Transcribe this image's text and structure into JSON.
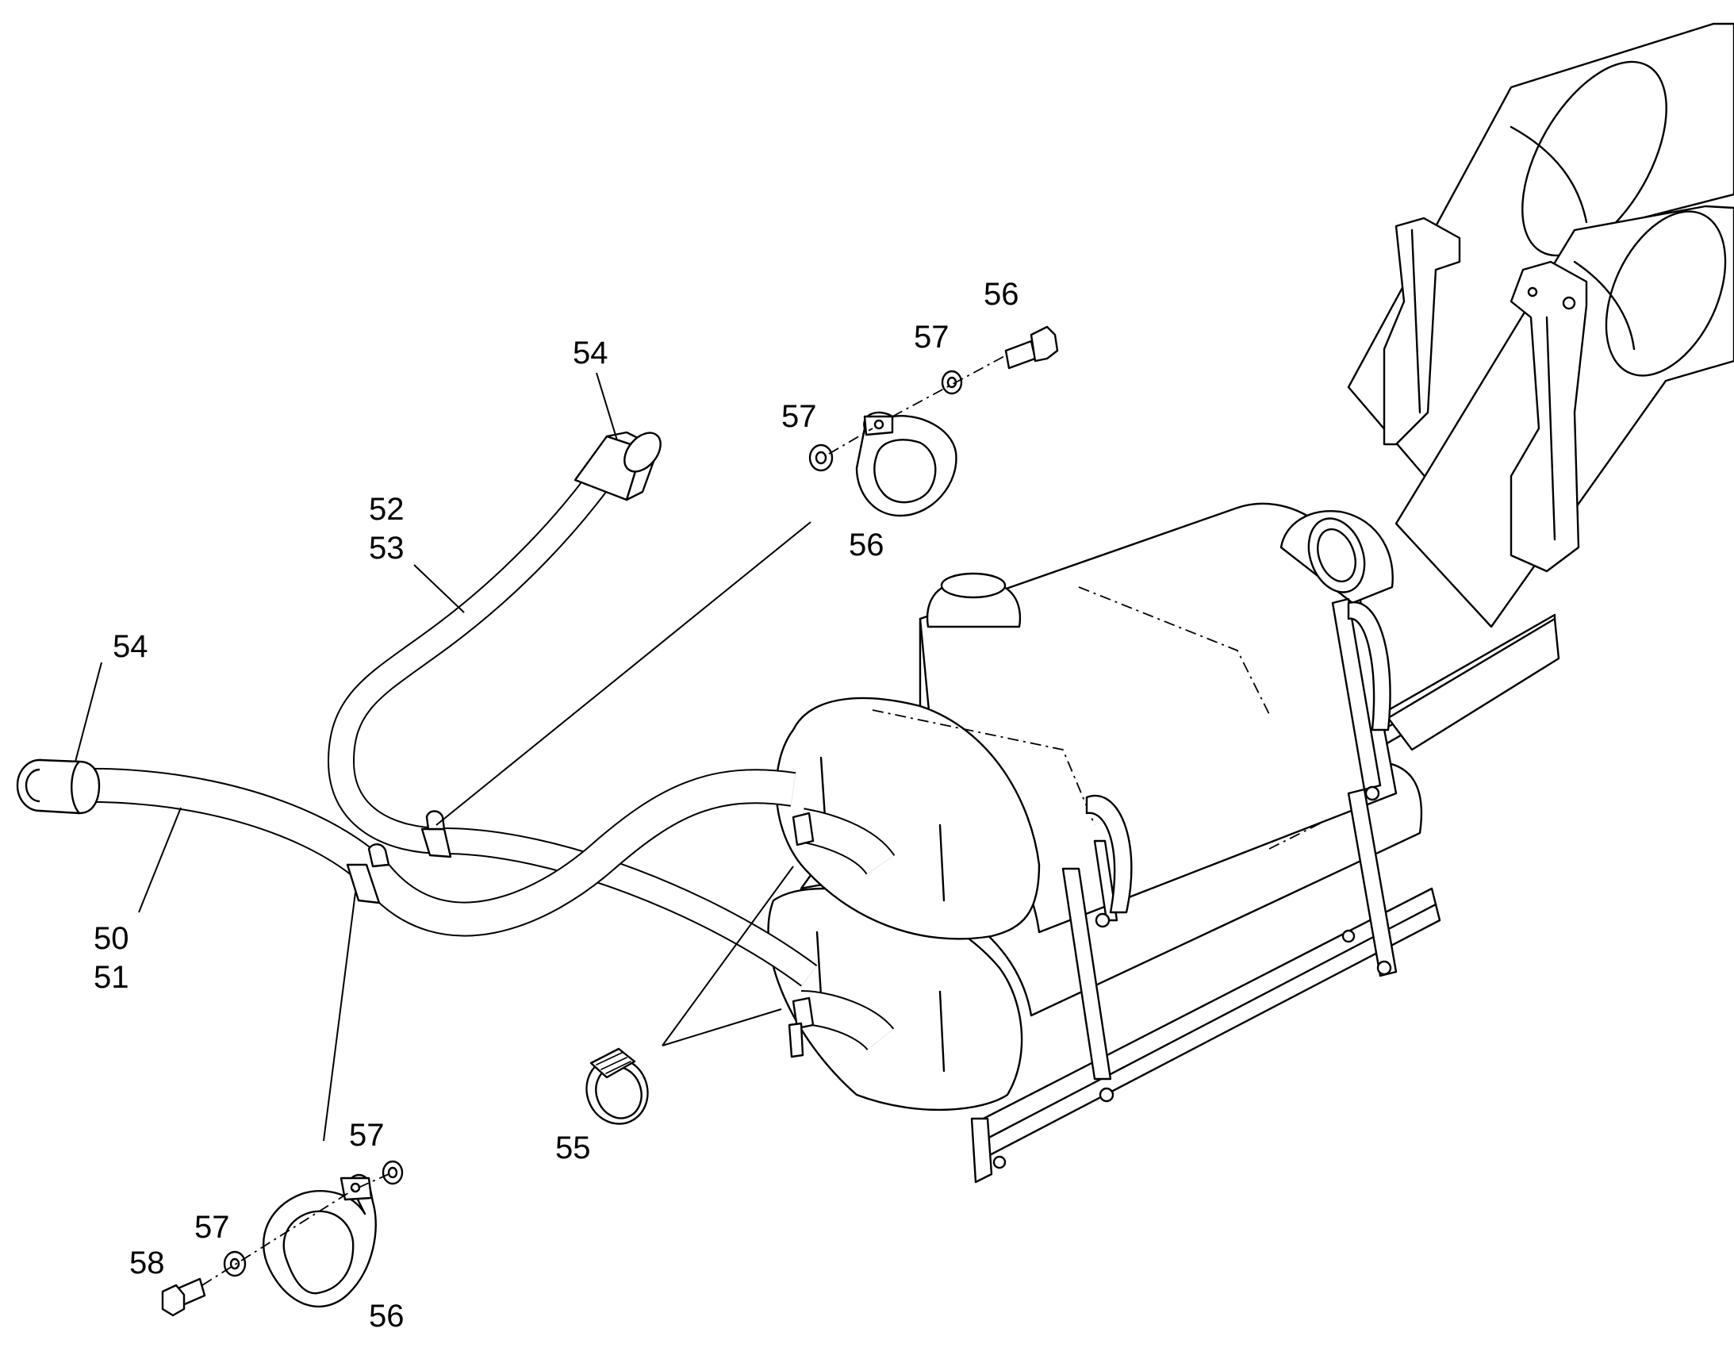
{
  "callouts": [
    {
      "id": "c1",
      "text": "54"
    },
    {
      "id": "c2",
      "text": "52"
    },
    {
      "id": "c3",
      "text": "53"
    },
    {
      "id": "c4",
      "text": "54"
    },
    {
      "id": "c5",
      "text": "50"
    },
    {
      "id": "c6",
      "text": "51"
    },
    {
      "id": "c7",
      "text": "56"
    },
    {
      "id": "c8",
      "text": "57"
    },
    {
      "id": "c9",
      "text": "57"
    },
    {
      "id": "c10",
      "text": "56"
    },
    {
      "id": "c11",
      "text": "55"
    },
    {
      "id": "c12",
      "text": "57"
    },
    {
      "id": "c13",
      "text": "57"
    },
    {
      "id": "c14",
      "text": "58"
    },
    {
      "id": "c15",
      "text": "56"
    }
  ],
  "colors": {
    "ink": "#000000",
    "paper": "#ffffff"
  }
}
